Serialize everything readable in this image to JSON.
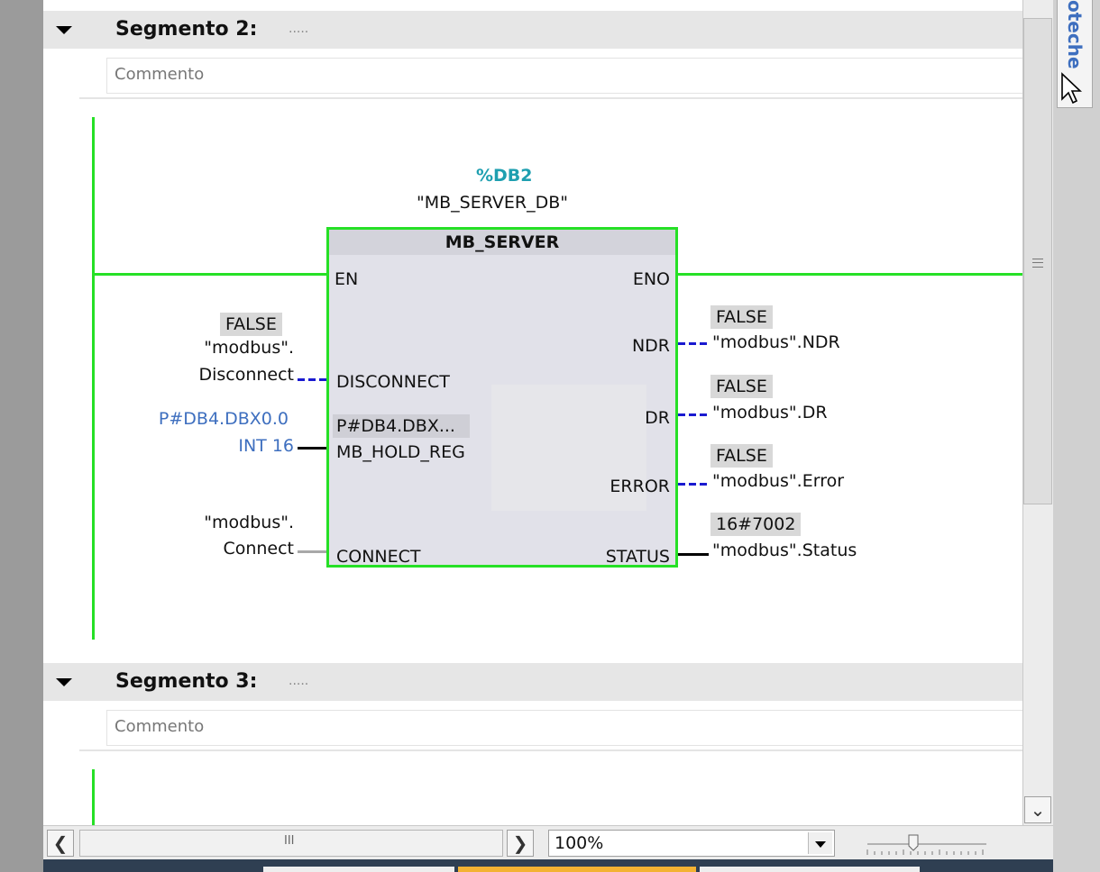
{
  "segments": [
    {
      "title": "Segmento 2:",
      "dots": ".....",
      "comment_placeholder": "Commento"
    },
    {
      "title": "Segmento 3:",
      "dots": ".....",
      "comment_placeholder": "Commento"
    }
  ],
  "block": {
    "db_number": "%DB2",
    "db_name": "\"MB_SERVER_DB\"",
    "name": "MB_SERVER",
    "inputs": {
      "en": "EN",
      "disconnect": "DISCONNECT",
      "mb_hold_reg": "MB_HOLD_REG",
      "connect": "CONNECT"
    },
    "outputs": {
      "eno": "ENO",
      "ndr": "NDR",
      "dr": "DR",
      "error": "ERROR",
      "status": "STATUS"
    },
    "hold_reg_inner_value": "P#DB4.DBX..."
  },
  "operands": {
    "disconnect_value": "FALSE",
    "disconnect_line1": "\"modbus\".",
    "disconnect_line2": "Disconnect",
    "hold_reg_line1": "P#DB4.DBX0.0",
    "hold_reg_line2": "INT 16",
    "connect_line1": "\"modbus\".",
    "connect_line2": "Connect",
    "ndr_value": "FALSE",
    "ndr_tag": "\"modbus\".NDR",
    "dr_value": "FALSE",
    "dr_tag": "\"modbus\".DR",
    "error_value": "FALSE",
    "error_tag": "\"modbus\".Error",
    "status_value": "16#7002",
    "status_tag": "\"modbus\".Status"
  },
  "library_tab": "oteche",
  "bottom_bar": {
    "zoom": "100%",
    "scroll_grip": "III"
  },
  "colors": {
    "rung": "#26e026",
    "db_number": "#1e9fb0",
    "blue_operand": "#3e6fbf",
    "dashed_wire": "#1a1ad0"
  }
}
